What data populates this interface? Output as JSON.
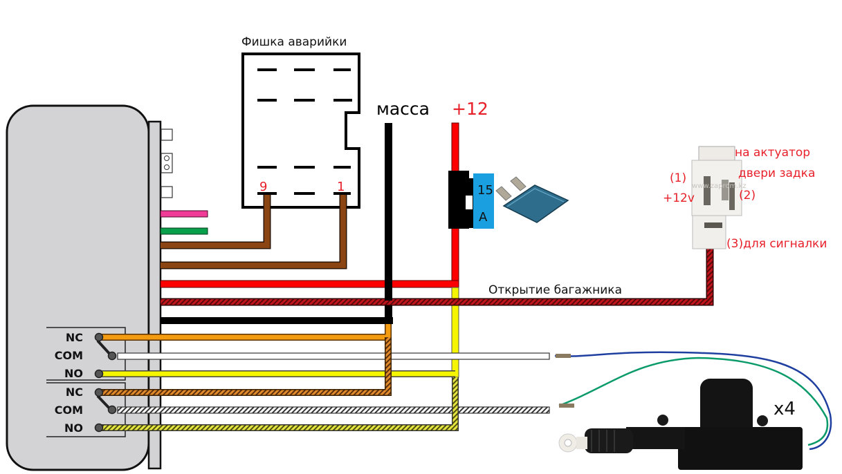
{
  "title": "Фишка аварийки",
  "connector": {
    "pin_left": "9",
    "pin_right": "1"
  },
  "labels": {
    "ground": "масса",
    "plus12": "+12",
    "trunk_open": "Открытие багажника",
    "x4": "x4"
  },
  "fuse": {
    "rating_line1": "15",
    "rating_line2": "A"
  },
  "actuator_connector": {
    "title_line1": "на актуатор",
    "title_line2": "двери задка",
    "pin1": "(1)",
    "pin1_desc": "+12v",
    "pin2": "(2)",
    "pin3": "(3)для сигналки",
    "watermark": "www.zaprom.kz"
  },
  "relay_block": {
    "relay1": [
      "NC",
      "COM",
      "NO"
    ],
    "relay2": [
      "NC",
      "COM",
      "NO"
    ]
  },
  "colors": {
    "red": "#ff0000",
    "brown": "#8b4513",
    "black": "#000000",
    "orange": "#f39c12",
    "yellow": "#f5f500",
    "pink": "#f03c96",
    "green": "#0aa04b",
    "fuse_blue": "#1a9fe0",
    "label_red": "#e8202a",
    "module_gray": "#d3d3d6"
  }
}
